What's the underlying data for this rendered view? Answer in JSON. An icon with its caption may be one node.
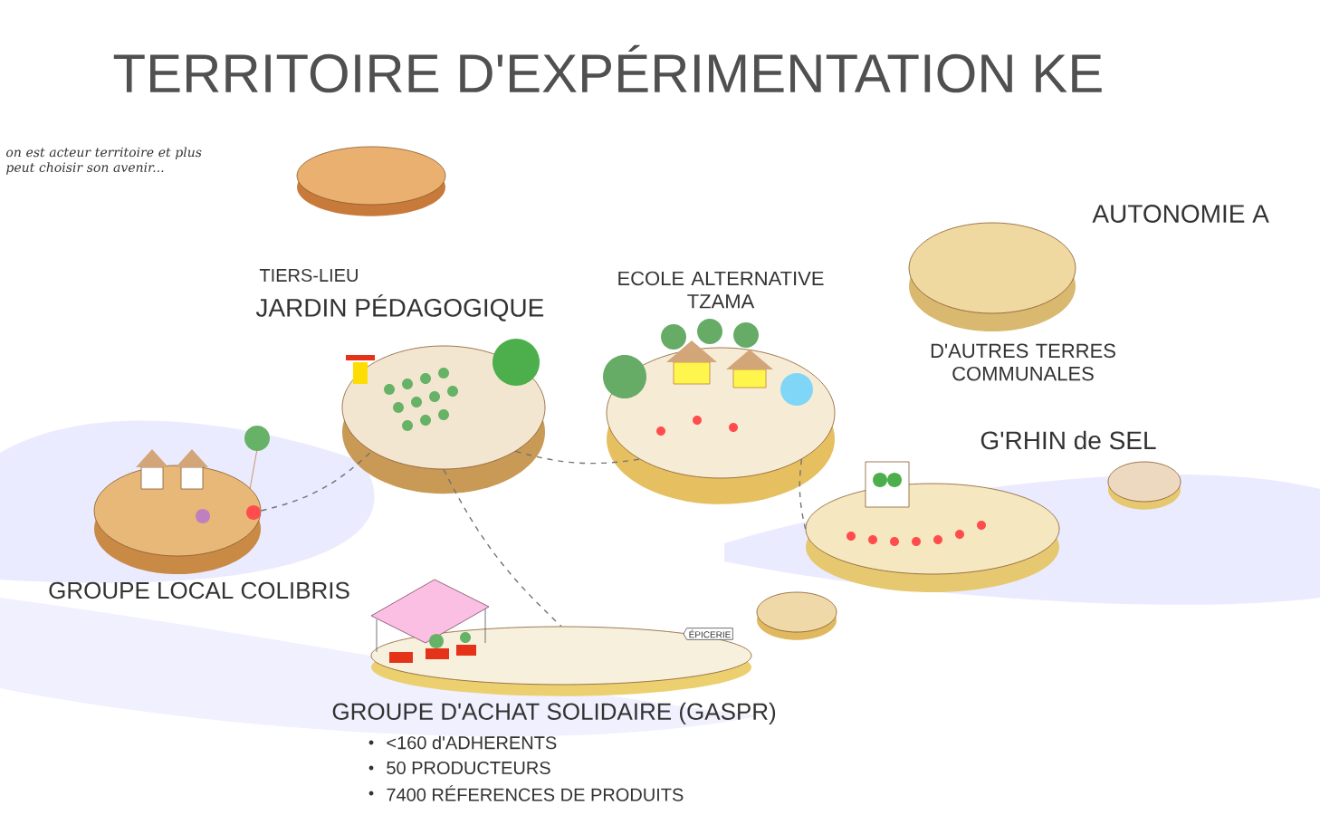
{
  "diagram": {
    "title": "TERRITOIRE D'EXPÉRIMENTATION KE",
    "nodes": [
      {
        "text": [],
        "shape": "cylinder"
      },
      {
        "text": [
          "TIERS-LIEU",
          "JARDIN PÉDAGOGIQUE"
        ]
      },
      {
        "text": [
          "ECOLE ALTERNATIVE TZAMA"
        ]
      },
      {
        "text": [
          "D'AUTRES TERRES COMMUNALES"
        ]
      },
      {
        "text": [
          "G'RHIN de SEL"
        ]
      },
      {
        "text": [],
        "shape": "cylinder"
      },
      {
        "text": [
          "GROUPE LOCAL COLIBRIS"
        ]
      },
      {
        "text": [],
        "shape": "cylinder"
      },
      {
        "text": [
          "GROUPE D'ACHAT SOLIDAIRE (GASPR)",
          "<160 d'ADHERENTS",
          "50 PRODUCTEURS",
          "7400 RÉFERENCES DE PRODUITS"
        ]
      }
    ],
    "edges": [
      {
        "from": 6,
        "to": 1,
        "arrow": "none",
        "style": "dashed"
      },
      {
        "from": 1,
        "to": 2,
        "arrow": "none",
        "style": "dashed"
      },
      {
        "from": 1,
        "to": 8,
        "arrow": "none",
        "style": "dashed"
      },
      {
        "from": 2,
        "to": 4,
        "arrow": "none",
        "style": "dashed"
      }
    ],
    "labels": [
      "on est acteur territoire et plus peut choisir son avenir...",
      "AUTONOMIE A",
      "ÉPICERIE"
    ]
  }
}
